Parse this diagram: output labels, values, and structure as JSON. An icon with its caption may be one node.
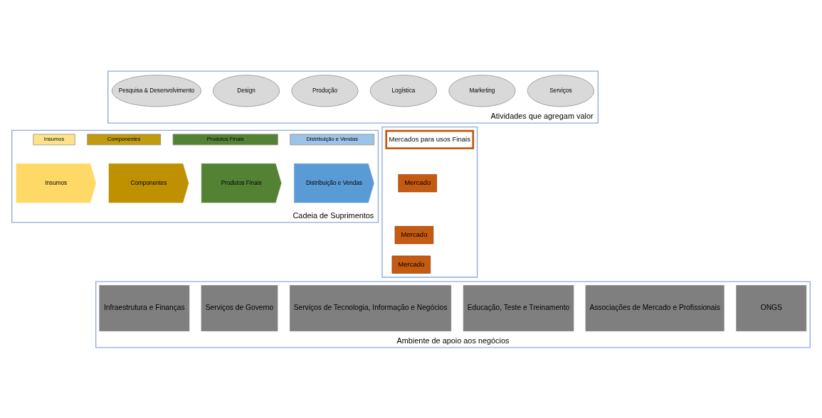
{
  "diagram": {
    "nodes": [
      {
        "text": [
          "Atividades que agregam valor"
        ]
      },
      {
        "text": [
          "Pesquisa & Desenvolvimento"
        ],
        "in": 0
      },
      {
        "text": [
          "Design"
        ],
        "in": 0
      },
      {
        "text": [
          "Produção"
        ],
        "in": 0
      },
      {
        "text": [
          "Logística"
        ],
        "in": 0
      },
      {
        "text": [
          "Marketing"
        ],
        "in": 0
      },
      {
        "text": [
          "Serviços"
        ],
        "in": 0
      },
      {
        "text": [
          "Cadeia de Suprimentos"
        ]
      },
      {
        "text": [
          "Insumos"
        ],
        "in": 7
      },
      {
        "text": [
          "Componentes"
        ],
        "in": 7
      },
      {
        "text": [
          "Produtos Finais"
        ],
        "in": 7
      },
      {
        "text": [
          "Distribuição e Vendas"
        ],
        "in": 7
      },
      {
        "text": [
          "Insumos"
        ],
        "in": 7
      },
      {
        "text": [
          "Componentes"
        ],
        "in": 7
      },
      {
        "text": [
          "Produtos Finais"
        ],
        "in": 7
      },
      {
        "text": [
          "Distribuição e Vendas"
        ],
        "in": 7
      },
      {
        "text": [],
        "shape": "box"
      },
      {
        "text": [
          "Mercados para usos Finais"
        ],
        "in": 16
      },
      {
        "text": [
          "Mercado"
        ],
        "in": 16
      },
      {
        "text": [
          "Mercado"
        ],
        "in": 16
      },
      {
        "text": [
          "Mercado"
        ],
        "in": 16
      },
      {
        "text": [
          "Ambiente de apoio aos negócios"
        ]
      },
      {
        "text": [
          "Infraestrutura e Finanças"
        ],
        "in": 21
      },
      {
        "text": [
          "Serviços de Governo"
        ],
        "in": 21
      },
      {
        "text": [
          "Serviços de Tecnologia, Informação e Negócios"
        ],
        "in": 21
      },
      {
        "text": [
          "Educação, Teste e Treinamento"
        ],
        "in": 21
      },
      {
        "text": [
          "Associações de Mercado e Profissionais"
        ],
        "in": 21
      },
      {
        "text": [
          "ONGS"
        ],
        "in": 21
      }
    ]
  }
}
